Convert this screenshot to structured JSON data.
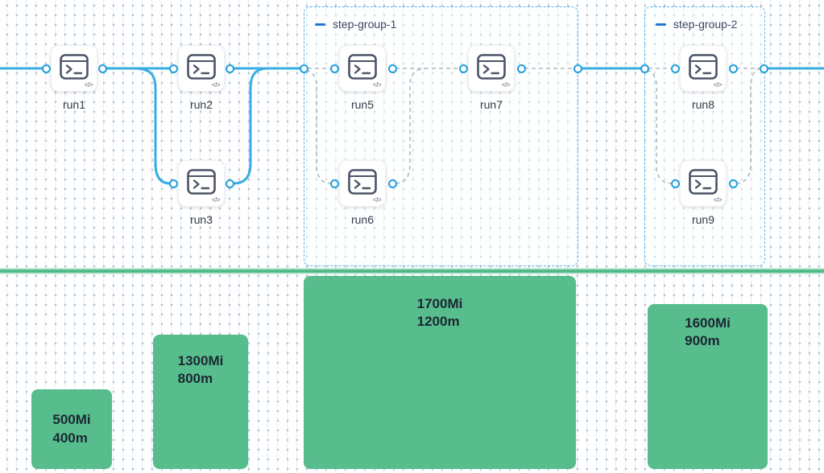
{
  "groups": [
    {
      "label": "step-group-1"
    },
    {
      "label": "step-group-2"
    }
  ],
  "nodes": [
    {
      "label": "run1"
    },
    {
      "label": "run2"
    },
    {
      "label": "run3"
    },
    {
      "label": "run5"
    },
    {
      "label": "run6"
    },
    {
      "label": "run7"
    },
    {
      "label": "run8"
    },
    {
      "label": "run9"
    }
  ],
  "node_badge": "</>",
  "chart_data": {
    "type": "bar",
    "title": "",
    "note": "resource usage bars under pipeline",
    "bars": [
      {
        "memory": "500Mi",
        "cpu": "400m"
      },
      {
        "memory": "1300Mi",
        "cpu": "800m"
      },
      {
        "memory": "1700Mi",
        "cpu": "1200m"
      },
      {
        "memory": "1600Mi",
        "cpu": "900m"
      }
    ]
  },
  "colors": {
    "edge_blue": "#38ade3",
    "port_blue": "#1f9fdd",
    "group_border_blue": "#54b2ea",
    "group_accent_blue": "#2276d2",
    "dashed_gray": "#b2b7bf",
    "bar_green": "#57bd8d",
    "divider_green": "#50ba88"
  }
}
